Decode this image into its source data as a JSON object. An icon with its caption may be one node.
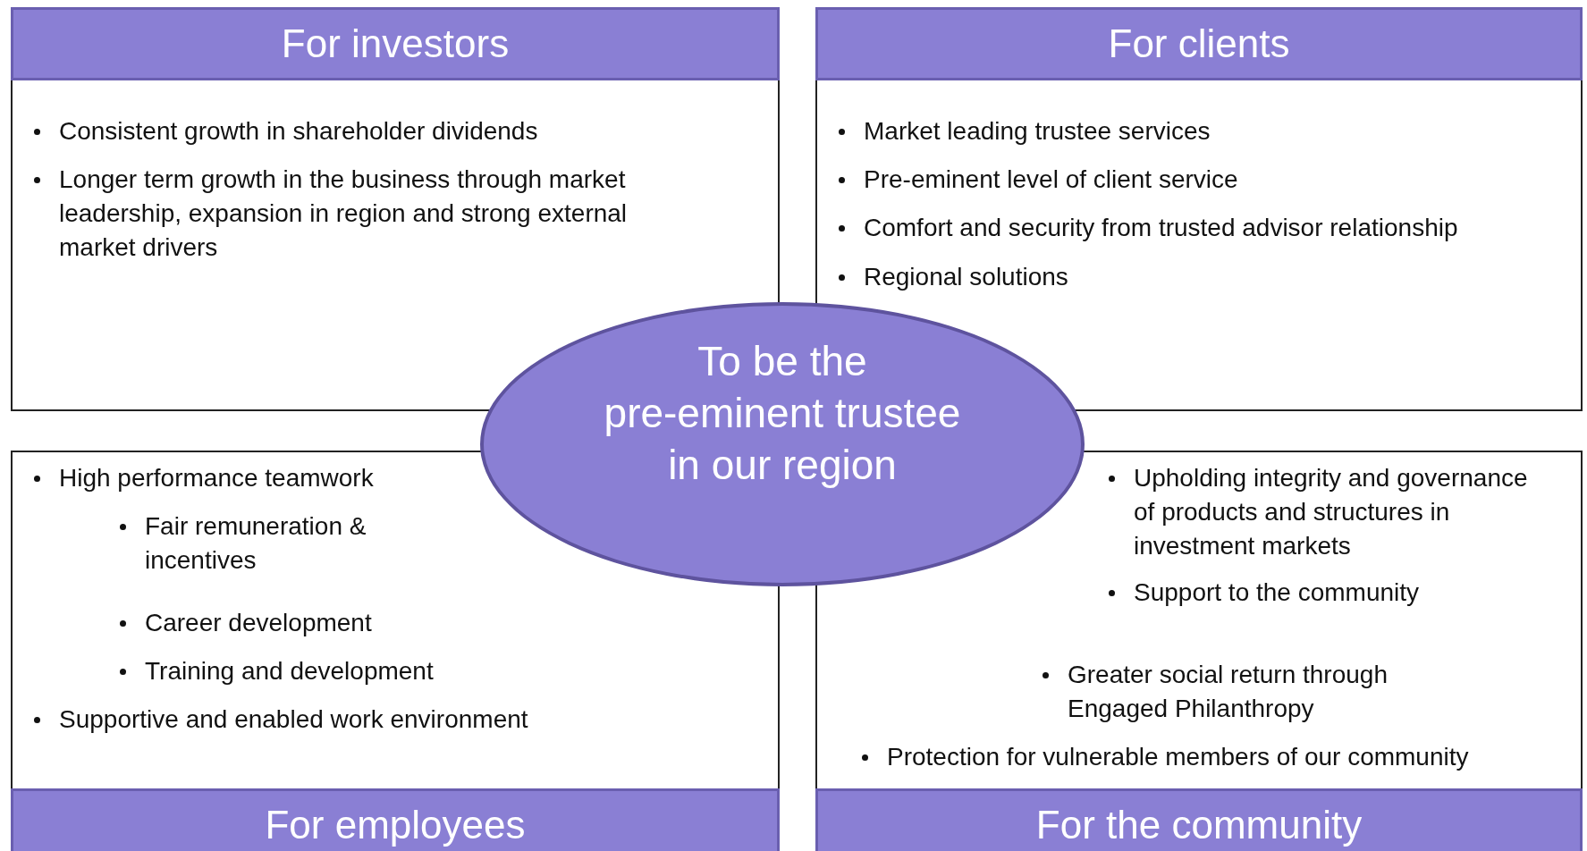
{
  "diagram": {
    "nodes": [
      {
        "text": [
          "For investors",
          "Consistent growth in shareholder dividends",
          "Longer term growth in the business through market leadership, expansion in region and strong external market drivers"
        ]
      },
      {
        "text": [
          "For clients",
          "Market leading trustee services",
          "Pre-eminent level of client service",
          "Comfort and security from trusted advisor relationship",
          "Regional solutions"
        ]
      },
      {
        "text": [
          "To be the pre-eminent trustee in our region"
        ]
      },
      {
        "text": [
          "High performance teamwork",
          "Fair remuneration & incentives",
          "Career development",
          "Training and development",
          "Supportive and enabled work environment",
          "For employees"
        ]
      },
      {
        "text": [
          "Upholding integrity and governance of products and structures in investment markets",
          "Support to the community",
          "Greater social return through Engaged Philanthropy",
          "Protection for vulnerable members of our community",
          "For the community"
        ]
      }
    ],
    "edges": []
  }
}
